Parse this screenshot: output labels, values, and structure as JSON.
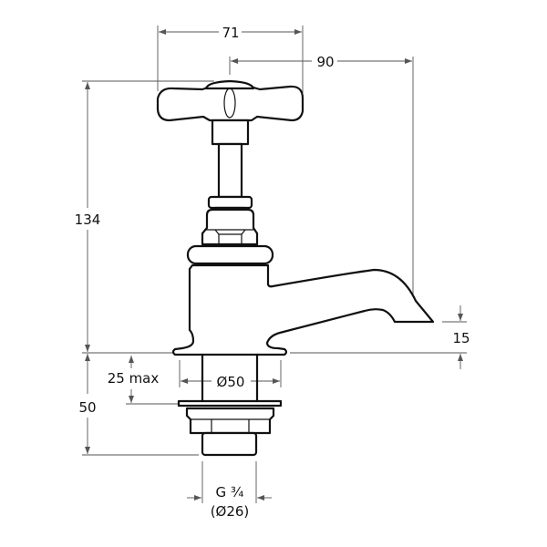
{
  "drawing": {
    "subject": "Basin pillar tap with crosshead handle",
    "dimensions": {
      "handle_width": "71",
      "spout_projection": "90",
      "overall_height": "134",
      "spout_clearance": "15",
      "max_deck_thickness": "25 max",
      "base_diameter": "Ø50",
      "tail_length": "50",
      "thread_size": "G ¾",
      "thread_diameter": "(Ø26)"
    },
    "line_color": "#111111",
    "dimension_line_color": "#555555",
    "background": "#ffffff"
  }
}
